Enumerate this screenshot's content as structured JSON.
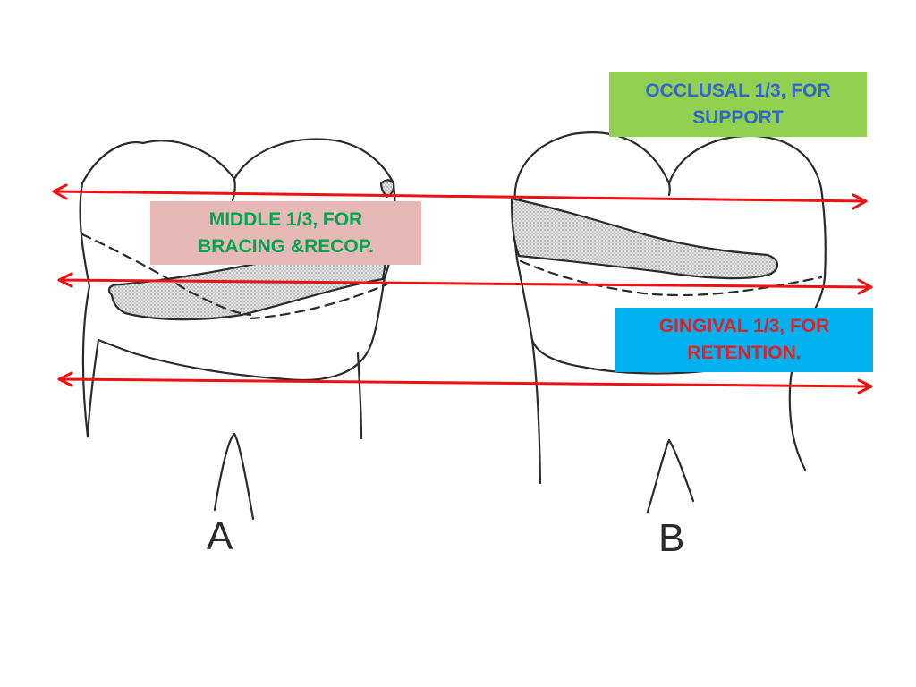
{
  "labels": {
    "occlusal": {
      "line1": "OCCLUSAL 1/3, FOR",
      "line2": "SUPPORT",
      "bg": "#92D050",
      "color": "#3366CC"
    },
    "middle": {
      "line1": "MIDDLE 1/3, FOR",
      "line2": "BRACING &RECOP.",
      "bg": "#E6B9B8",
      "color": "#00A550"
    },
    "gingival": {
      "line1": "GINGIVAL 1/3, FOR",
      "line2": "RETENTION.",
      "bg": "#00B0F0",
      "color": "#E31E24"
    }
  },
  "figures": {
    "a": "A",
    "b": "B"
  },
  "colors": {
    "arrow": "#EE1111",
    "outline": "#2b2b2b",
    "shade": "#cfcfcf"
  }
}
